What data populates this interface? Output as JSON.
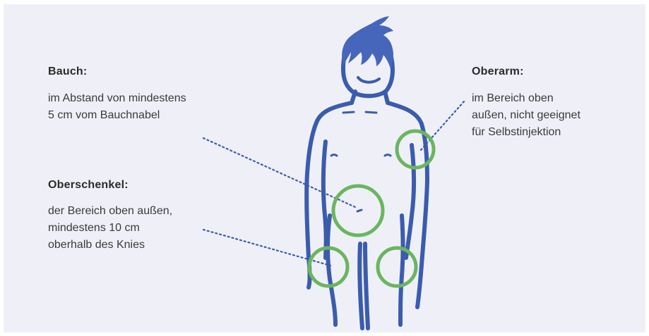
{
  "colors": {
    "background": "#eff0f7",
    "body_outline": "#3b5cad",
    "hair": "#4666bb",
    "target_circle": "#6bb55f",
    "leader_line": "#3b5cad"
  },
  "labels": {
    "bauch": {
      "title": "Bauch:",
      "lines": [
        "im Abstand von mindestens",
        "5 cm vom Bauchnabel"
      ]
    },
    "oberschenkel": {
      "title": "Oberschenkel:",
      "lines": [
        "der Bereich oben außen,",
        "mindestens 10 cm",
        "oberhalb des Knies"
      ]
    },
    "oberarm": {
      "title": "Oberarm:",
      "lines": [
        "im Bereich oben",
        "außen, nicht geeignet",
        "für Selbstinjektion"
      ]
    }
  }
}
